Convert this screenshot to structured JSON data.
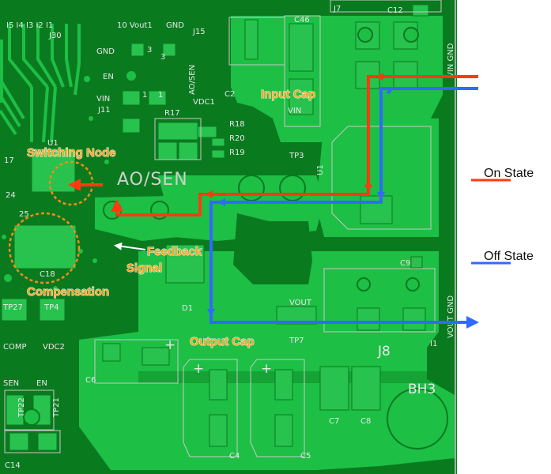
{
  "colors": {
    "board": "#0a7a1f",
    "copper": "#1dbf45",
    "pad": "#28c24e",
    "silk": "#e8e8e8",
    "on_state": "#ff3a10",
    "off_state": "#2f6bff",
    "callout": "#f5a623",
    "dashed_circle": "#f28c1a"
  },
  "legend": {
    "on_state": "On State",
    "off_state": "Off State"
  },
  "callouts": {
    "input_cap": "Input Cap",
    "switching_node": "Switching Node",
    "feedback_line1": "Feedback",
    "feedback_line2": "Signal",
    "compensation": "Compensation",
    "output_cap": "Output Cap"
  },
  "silkscreen": {
    "pins": "I5  I4  I3  I2  I1",
    "ten_vout": "10 Vout1",
    "gnd_top": "GND",
    "j15": "J15",
    "gnd_left": "GND",
    "three_a": "3",
    "three_b": "3",
    "en": "EN",
    "ao_sen_vertical": "AO/SEN",
    "vin_left": "VIN",
    "j11": "J11",
    "one_a": "1",
    "one_b": "1",
    "vdc1": "VDC1",
    "r17": "R17",
    "c2": "C2",
    "c46": "C46",
    "j7": "J7",
    "c12": "C12",
    "vin_gnd": "VIN GND",
    "vin_center": "VIN",
    "tp3": "TP3",
    "u1": "U1",
    "r18": "R18",
    "r20": "R20",
    "r19": "R19",
    "ao_sen_big": "AO/SEN",
    "n17": "17",
    "n24": "24",
    "n25": "25",
    "u_label": "U1",
    "c18": "C18",
    "c9": "C9",
    "vout_gnd": "VOUT GND",
    "vout": "VOUT",
    "tp7": "TP7",
    "j8": "J8",
    "d1": "D1",
    "tp27": "TP27",
    "tp4": "TP4",
    "comp": "COMP",
    "vdc2": "VDC2",
    "c6": "C6",
    "plus_a": "+",
    "plus_b": "+",
    "plus_c": "+",
    "c4": "C4",
    "c5": "C5",
    "c7": "C7",
    "c8": "C8",
    "bh3": "BH3",
    "sen": "SEN",
    "en_bottom": "EN",
    "tp22": "TP22",
    "tp21": "TP21",
    "c14": "C14",
    "j30": "J30",
    "i1": "I1"
  }
}
